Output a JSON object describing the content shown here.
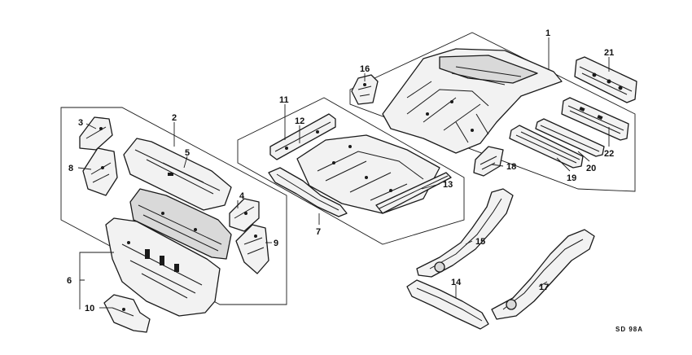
{
  "callouts": {
    "c1": "1",
    "c2": "2",
    "c3": "3",
    "c4": "4",
    "c5": "5",
    "c6": "6",
    "c7": "7",
    "c8": "8",
    "c9": "9",
    "c10": "10",
    "c11": "11",
    "c12": "12",
    "c13": "13",
    "c14": "14",
    "c15": "15",
    "c16": "16",
    "c17": "17",
    "c18": "18",
    "c19": "19",
    "c20": "20",
    "c21": "21",
    "c22": "22"
  },
  "diagram_code": "SD 98A"
}
